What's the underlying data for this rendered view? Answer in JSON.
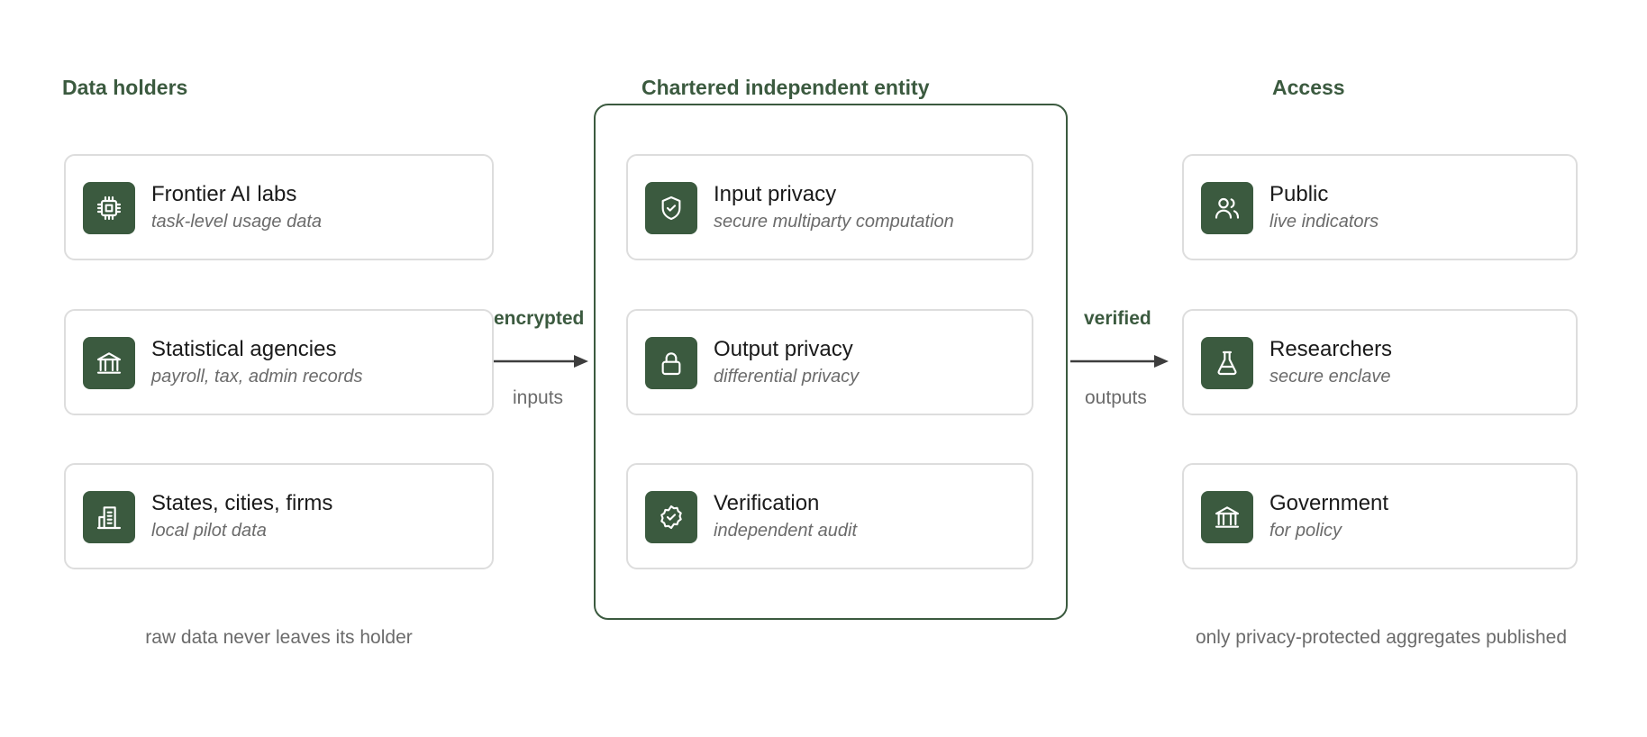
{
  "columns": {
    "holders_title": "Data holders",
    "entity_title": "Chartered independent entity",
    "access_title": "Access"
  },
  "holders": [
    {
      "title": "Frontier AI labs",
      "subtitle": "task-level usage data",
      "icon": "chip-icon"
    },
    {
      "title": "Statistical agencies",
      "subtitle": "payroll, tax, admin records",
      "icon": "bank-icon"
    },
    {
      "title": "States, cities, firms",
      "subtitle": "local pilot data",
      "icon": "buildings-icon"
    }
  ],
  "entity": [
    {
      "title": "Input privacy",
      "subtitle": "secure multiparty computation",
      "icon": "shield-check-icon"
    },
    {
      "title": "Output privacy",
      "subtitle": "differential privacy",
      "icon": "lock-icon"
    },
    {
      "title": "Verification",
      "subtitle": "independent audit",
      "icon": "badge-check-icon"
    }
  ],
  "access": [
    {
      "title": "Public",
      "subtitle": "live indicators",
      "icon": "users-icon"
    },
    {
      "title": "Researchers",
      "subtitle": "secure enclave",
      "icon": "flask-icon"
    },
    {
      "title": "Government",
      "subtitle": "for policy",
      "icon": "bank-icon"
    }
  ],
  "flows": {
    "in_top": "encrypted",
    "in_bottom": "inputs",
    "out_top": "verified",
    "out_bottom": "outputs"
  },
  "footnotes": {
    "left": "raw data never leaves its holder",
    "right": "only privacy-protected aggregates published"
  },
  "colors": {
    "accent": "#3b5a3f",
    "border": "#dddddd",
    "muted": "#6b6b6b"
  }
}
